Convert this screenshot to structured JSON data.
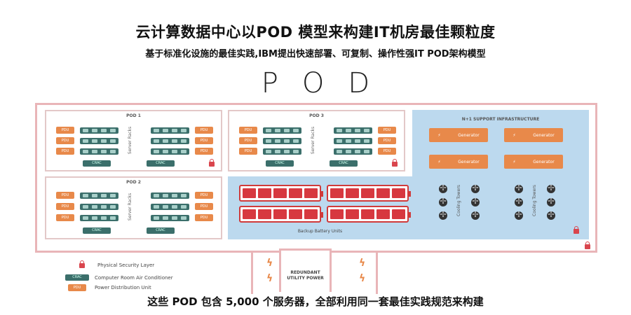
{
  "header": {
    "title": "云计算数据中心以POD 模型来构建IT机房最佳颗粒度",
    "subtitle": "基于标准化设施的最佳实践,IBM提出快速部署、可复制、操作性强IT POD架构模型",
    "pod_word": "POD"
  },
  "pods": [
    {
      "label": "POD 1",
      "rack_label": "Server Racks",
      "pdu": "PDU",
      "crac": "CRAC"
    },
    {
      "label": "POD 3",
      "rack_label": "Server Racks",
      "pdu": "PDU",
      "crac": "CRAC"
    },
    {
      "label": "POD 2",
      "rack_label": "Server Racks",
      "pdu": "PDU",
      "crac": "CRAC"
    }
  ],
  "support": {
    "title": "N+1 SUPPORT INFRASTRUCTURE",
    "generator": "Generator",
    "cooling_towers": "Cooling Towers"
  },
  "battery": {
    "label": "Backup Battery Units"
  },
  "utility": {
    "label": "REDUNDANT UTILITY POWER"
  },
  "legend": {
    "security": "Physical Security Layer",
    "crac_tag": "CRAC",
    "crac": "Computer Room Air Conditioner",
    "pdu_tag": "PDU",
    "pdu": "Power Distribution Unit"
  },
  "footer": {
    "caption": "这些 POD 包含 5,000 个服务器，全部利用同一套最佳实践规范来构建"
  },
  "colors": {
    "accent_red": "#d7383f",
    "pdu_orange": "#e8894a",
    "rack_teal": "#3b6f6b",
    "support_blue": "#bcd9ee"
  }
}
